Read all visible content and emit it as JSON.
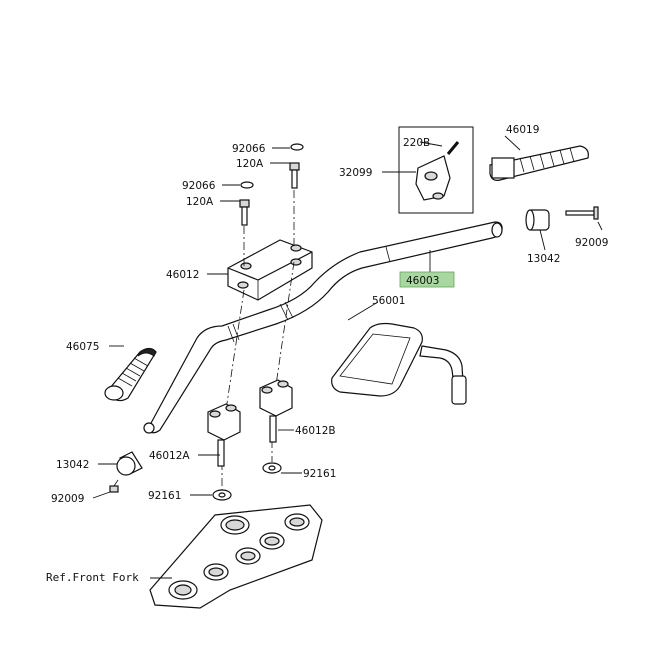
{
  "diagram": {
    "labels": {
      "p92066_top": "92066",
      "p120A_top": "120A",
      "p92066_mid": "92066",
      "p120A_mid": "120A",
      "p46012": "46012",
      "p46075": "46075",
      "p13042_left": "13042",
      "p92009_left": "92009",
      "p46012A": "46012A",
      "p92161_left": "92161",
      "p46012B": "46012B",
      "p92161_right": "92161",
      "p56001": "56001",
      "p46003": "46003",
      "p13042_right": "13042",
      "p92009_right": "92009",
      "p220B": "220B",
      "p32099": "32099",
      "p46019": "46019",
      "ref_front_fork": "Ref.Front Fork"
    },
    "highlight_color": "#a8d8a0"
  }
}
